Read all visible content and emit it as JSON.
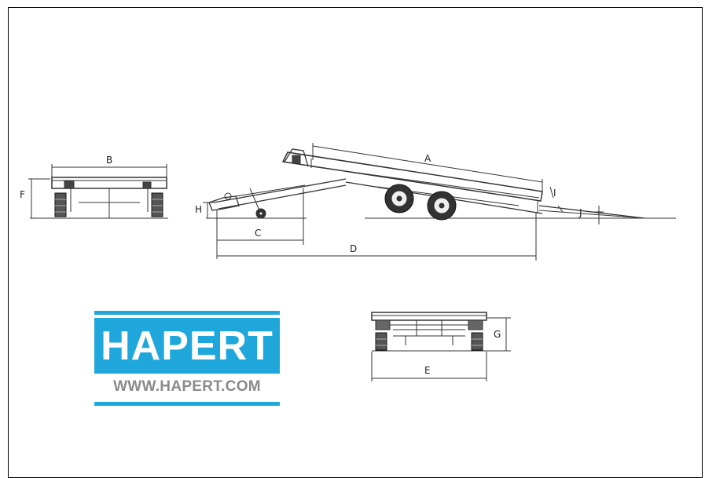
{
  "dimensions": {
    "A": "A",
    "B": "B",
    "C": "C",
    "D": "D",
    "E": "E",
    "F": "F",
    "G": "G",
    "H": "H",
    "I": "I",
    "J": "J"
  },
  "logo": {
    "brand": "HAPERT",
    "url": "WWW.HAPERT.COM",
    "colors": {
      "blue": "#1fa7dc",
      "url_gray": "#8a8a8a"
    }
  }
}
